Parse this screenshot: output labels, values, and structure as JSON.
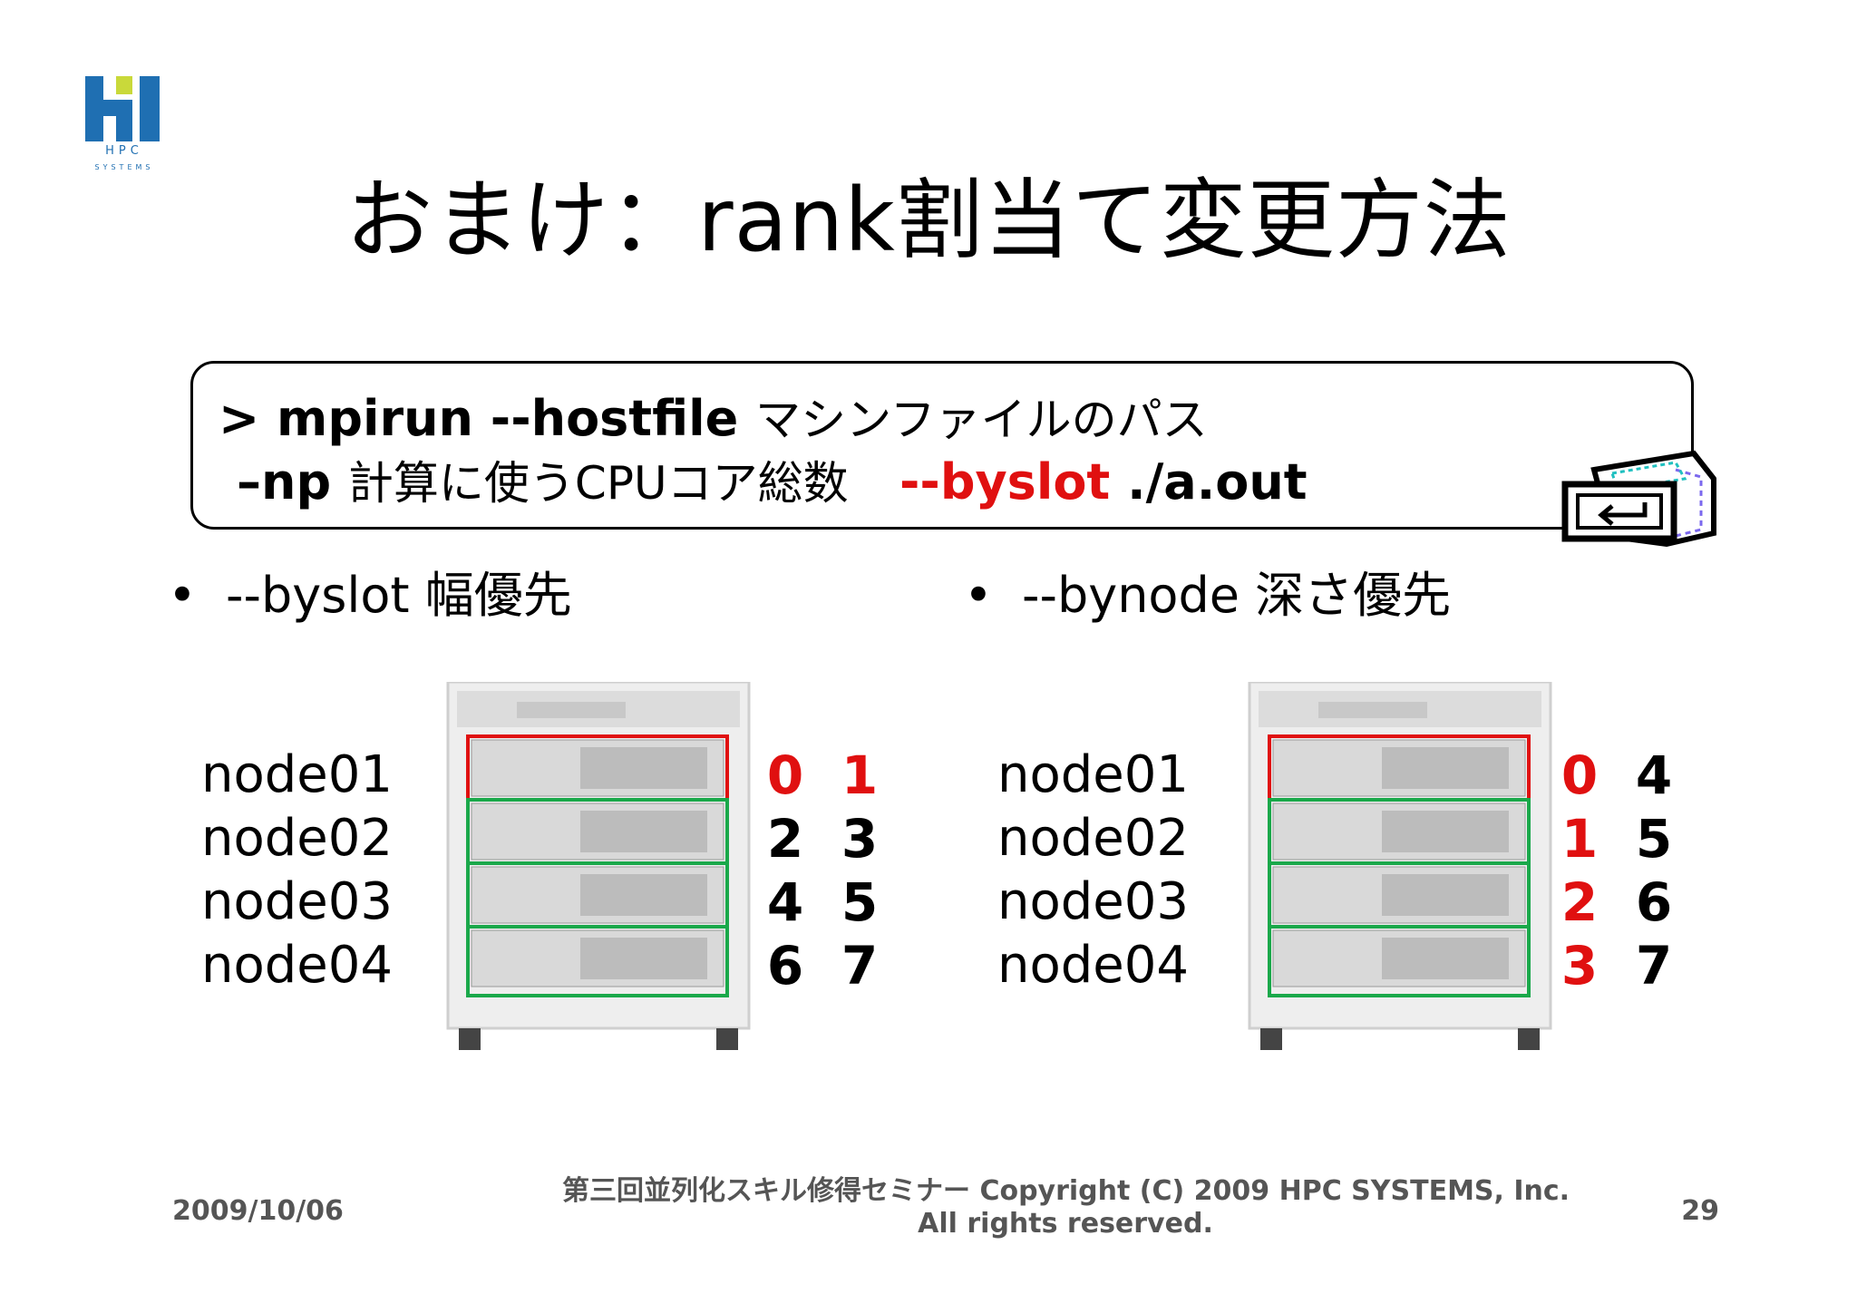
{
  "logo": {
    "text": "HPC",
    "subtext": "SYSTEMS",
    "color_blue": "#1f6fb2",
    "color_green": "#c9d93a"
  },
  "title": "おまけ：rank割当て変更方法",
  "command": {
    "line1_cmd": "> mpirun --hostfile",
    "line1_arg": "マシンファイルのパス",
    "line2_opt": "–np",
    "line2_arg": "計算に使うCPUコア総数",
    "line2_flag": "--byslot",
    "line2_tail": "./a.out"
  },
  "enter_icon": "enter-key-icon",
  "sections": [
    {
      "bullet": "•",
      "label": "--byslot 幅優先",
      "nodes": [
        "node01",
        "node02",
        "node03",
        "node04"
      ],
      "ranks": [
        [
          "0",
          "1"
        ],
        [
          "2",
          "3"
        ],
        [
          "4",
          "5"
        ],
        [
          "6",
          "7"
        ]
      ],
      "highlight": "red-first-row"
    },
    {
      "bullet": "•",
      "label": "--bynode 深さ優先",
      "nodes": [
        "node01",
        "node02",
        "node03",
        "node04"
      ],
      "ranks": [
        [
          "0",
          "4"
        ],
        [
          "1",
          "5"
        ],
        [
          "2",
          "6"
        ],
        [
          "3",
          "7"
        ]
      ],
      "highlight": "red-first-column"
    }
  ],
  "colors": {
    "accent_red": "#e01010",
    "box_green": "#1aa84a",
    "box_red": "#e01010"
  },
  "footer": {
    "date": "2009/10/06",
    "copyright_line1": "第三回並列化スキル修得セミナー Copyright (C) 2009 HPC SYSTEMS, Inc.",
    "copyright_line2": "All rights reserved.",
    "page": "29"
  }
}
